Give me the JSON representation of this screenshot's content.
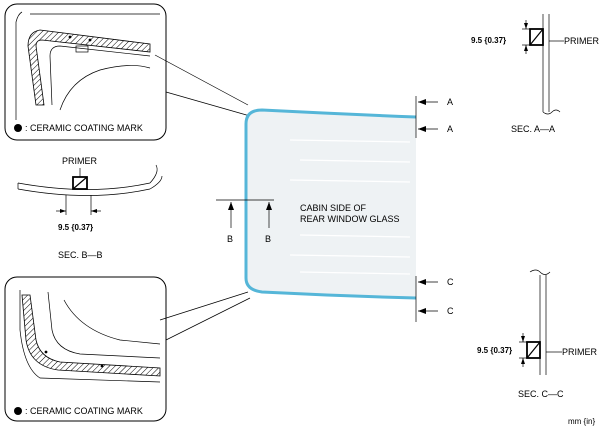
{
  "labels": {
    "primer": "PRIMER",
    "dimension": "9.5 {0.37}",
    "sec_aa": "SEC. A—A",
    "sec_bb": "SEC. B—B",
    "sec_cc": "SEC. C—C",
    "section_a": "A",
    "section_b": "B",
    "section_c": "C",
    "cabin_line1": "CABIN SIDE OF",
    "cabin_line2": "REAR WINDOW GLASS",
    "ceramic_mark": ": CERAMIC COATING MARK",
    "units": "mm {in}"
  },
  "colors": {
    "glass_edge": "#55b6d8",
    "glass_fill": "#eef2f4"
  }
}
